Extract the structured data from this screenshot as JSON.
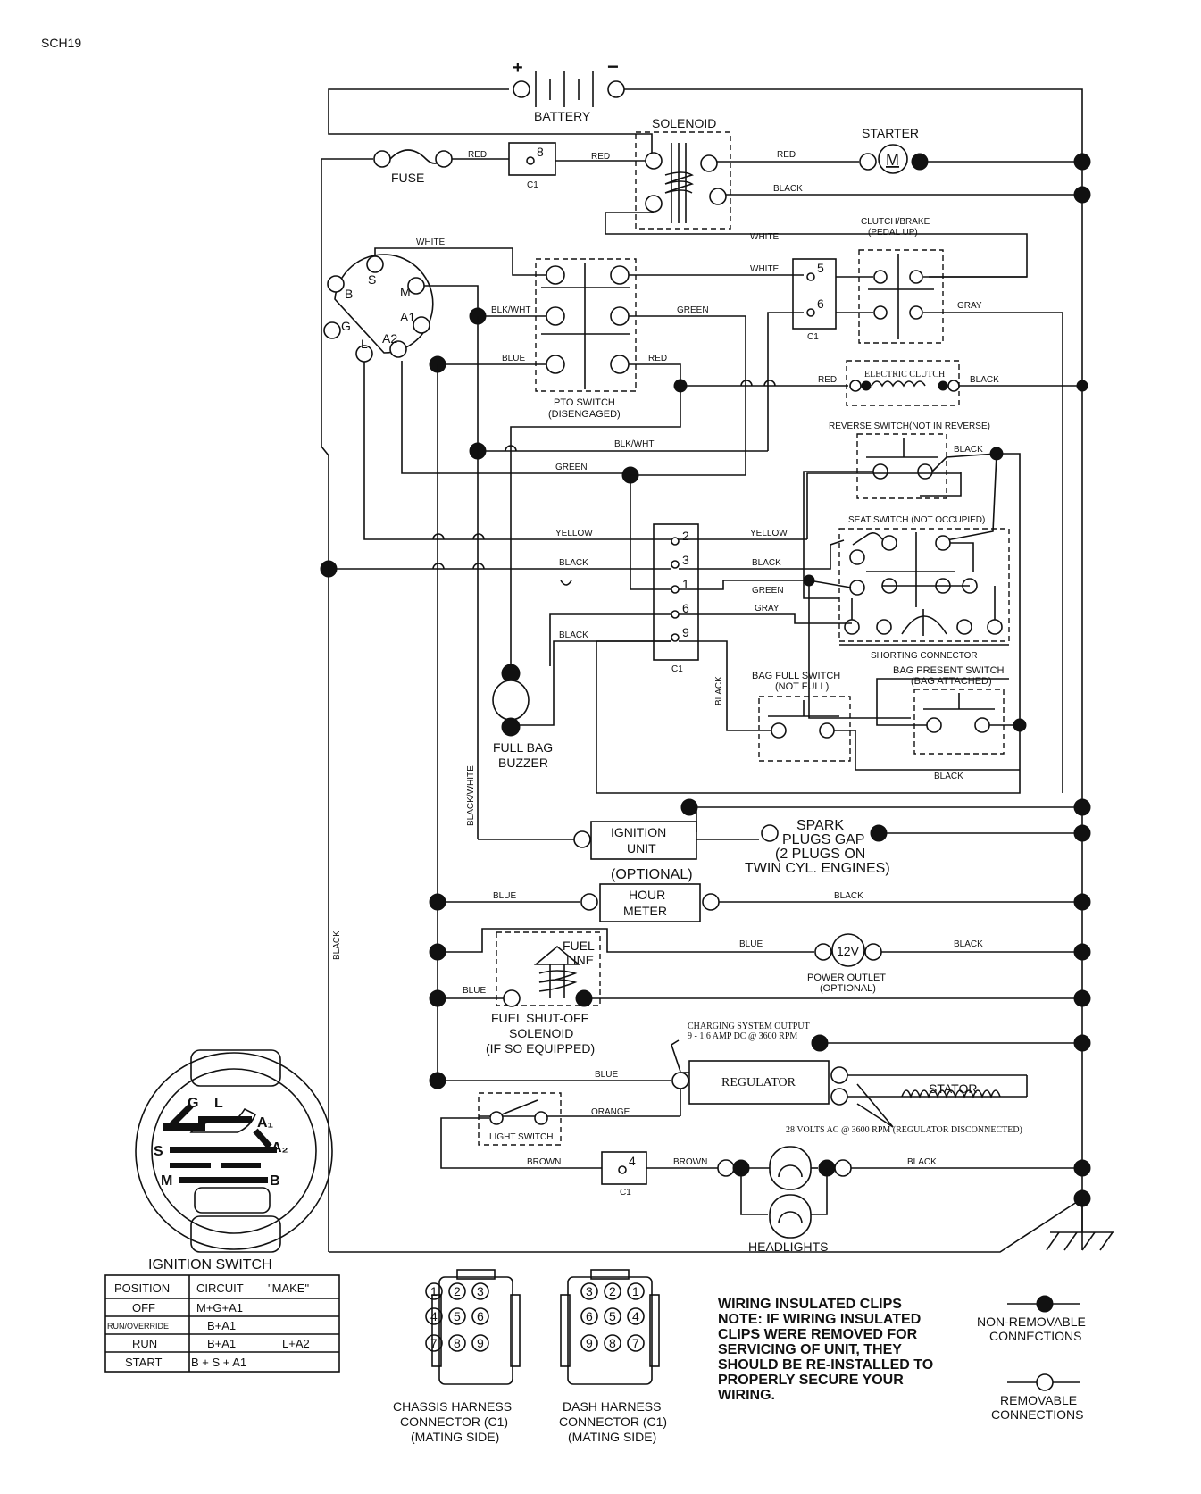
{
  "sheet_id": "SCH19",
  "labels": {
    "battery": "BATTERY",
    "plus": "+",
    "minus": "−",
    "solenoid": "SOLENOID",
    "starter": "STARTER",
    "starter_m": "M",
    "fuse": "FUSE",
    "c1": "C1",
    "clutch_brake": "CLUTCH/BRAKE",
    "pedal_up": "(PEDAL UP)",
    "pto_switch": "PTO SWITCH",
    "disengaged": "(DISENGAGED)",
    "electric_clutch": "ELECTRIC CLUTCH",
    "reverse_switch": "REVERSE SWITCH(NOT IN REVERSE)",
    "seat_switch": "SEAT SWITCH (NOT OCCUPIED)",
    "shorting_connector": "SHORTING CONNECTOR",
    "bag_present_switch": "BAG PRESENT SWITCH",
    "bag_attached": "(BAG ATTACHED)",
    "bag_full_switch": "BAG FULL SWITCH",
    "not_full": "(NOT FULL)",
    "full_bag": "FULL BAG",
    "buzzer": "BUZZER",
    "ignition_unit_1": "IGNITION",
    "ignition_unit_2": "UNIT",
    "spark_1": "SPARK",
    "spark_2": "PLUGS GAP",
    "spark_3": "(2 PLUGS ON",
    "spark_4": "TWIN CYL. ENGINES)",
    "optional": "(OPTIONAL)",
    "hour_1": "HOUR",
    "hour_2": "METER",
    "fuel_1": "FUEL",
    "fuel_2": "LINE",
    "v12": "12V",
    "power_outlet": "POWER OUTLET",
    "fss_1": "FUEL SHUT-OFF",
    "fss_2": "SOLENOID",
    "fss_3": "(IF SO EQUIPPED)",
    "charging_1": "CHARGING SYSTEM OUTPUT",
    "charging_2": "9 - 1 6 AMP DC @ 3600 RPM",
    "regulator": "REGULATOR",
    "stator": "STATOR",
    "volts_ac": "28 VOLTS AC @ 3600 RPM (REGULATOR DISCONNECTED)",
    "light_switch": "LIGHT SWITCH",
    "headlights": "HEADLIGHTS",
    "ign_switch_title": "IGNITION SWITCH"
  },
  "terminals": {
    "s": "S",
    "b": "B",
    "m": "M",
    "a1": "A1",
    "g": "G",
    "l": "L",
    "a2": "A2",
    "t2": "2",
    "t3": "3",
    "t1": "1",
    "t6": "6",
    "t9": "9",
    "t8": "8",
    "t5": "5",
    "t4": "4"
  },
  "wire_colors": {
    "red": "RED",
    "black": "BLACK",
    "white": "WHITE",
    "blkwht": "BLK/WHT",
    "green": "GREEN",
    "blue": "BLUE",
    "gray": "GRAY",
    "yellow": "YELLOW",
    "black_white": "BLACK/WHITE",
    "orange": "ORANGE",
    "brown": "BROWN"
  },
  "ignition_switch": {
    "headers": [
      "POSITION",
      "CIRCUIT",
      "\"MAKE\""
    ],
    "rows": [
      {
        "position": "OFF",
        "circuit": "M+G+A1",
        "make": ""
      },
      {
        "position": "RUN/OVERRIDE",
        "circuit": "B+A1",
        "make": ""
      },
      {
        "position": "RUN",
        "circuit": "B+A1",
        "make": "L+A2"
      },
      {
        "position": "START",
        "circuit": "B + S + A1",
        "make": ""
      }
    ],
    "face_letters": {
      "g": "G",
      "l": "L",
      "a1": "A₁",
      "s": "S",
      "a2": "A₂",
      "m": "M",
      "b": "B"
    }
  },
  "connectors": {
    "chassis": [
      "CHASSIS HARNESS",
      "CONNECTOR (C1)",
      "(MATING SIDE)"
    ],
    "chassis_pins": [
      "1",
      "2",
      "3",
      "4",
      "5",
      "6",
      "7",
      "8",
      "9"
    ],
    "dash": [
      "DASH HARNESS",
      "CONNECTOR (C1)",
      "(MATING SIDE)"
    ],
    "dash_pins": [
      "3",
      "2",
      "1",
      "6",
      "5",
      "4",
      "9",
      "8",
      "7"
    ]
  },
  "note": [
    "WIRING INSULATED CLIPS",
    "NOTE: IF WIRING INSULATED",
    "CLIPS WERE REMOVED FOR",
    "SERVICING OF UNIT, THEY",
    "SHOULD BE RE-INSTALLED TO",
    "PROPERLY SECURE YOUR",
    "WIRING."
  ],
  "legend": {
    "non_removable": [
      "NON-REMOVABLE",
      "CONNECTIONS"
    ],
    "removable": [
      "REMOVABLE",
      "CONNECTIONS"
    ]
  }
}
